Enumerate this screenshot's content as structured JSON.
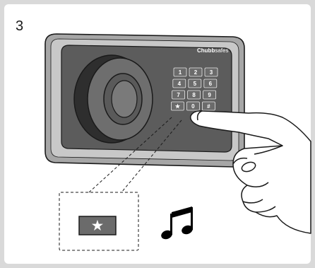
{
  "step_number": "3",
  "brand": {
    "bold": "Chubb",
    "light": "safes"
  },
  "keypad": {
    "keys": [
      "1",
      "2",
      "3",
      "4",
      "5",
      "6",
      "7",
      "8",
      "9",
      "★",
      "0",
      "#"
    ],
    "pressed_key": "★"
  },
  "detail_key_label": "★",
  "icons": [
    "safe-icon",
    "dial-icon",
    "keypad-icon",
    "hand-icon",
    "music-note-icon"
  ],
  "colors": {
    "background": "#d9d9d9",
    "panel": "#ffffff",
    "safe_body": "#9a9a9a",
    "safe_face": "#5a5a5a",
    "key_fill": "#6b6b6b",
    "outline": "#1a1a1a"
  }
}
